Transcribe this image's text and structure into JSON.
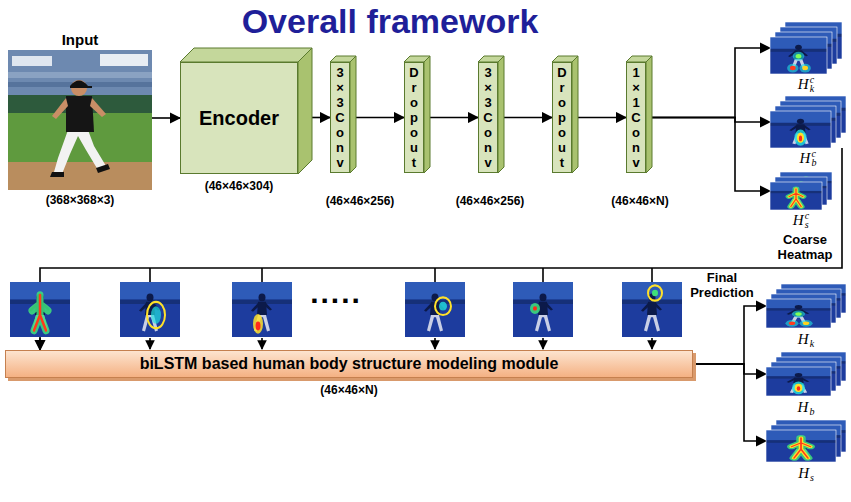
{
  "diagram": {
    "title": "Overall framework",
    "nodes": [
      {
        "text": [
          "Input",
          "(368×368×3)"
        ]
      },
      {
        "text": [
          "Encoder",
          "(46×46×304)"
        ]
      },
      {
        "text": [
          "3×3Conv"
        ]
      },
      {
        "text": [
          "Dropout"
        ]
      },
      {
        "text": [
          "3×3Conv"
        ]
      },
      {
        "text": [
          "Dropout"
        ]
      },
      {
        "text": [
          "1×1Conv"
        ]
      },
      {
        "text": [
          "H",
          "k",
          "c"
        ]
      },
      {
        "text": [
          "H",
          "b",
          "c"
        ]
      },
      {
        "text": [
          "H",
          "s",
          "c"
        ]
      },
      {
        "text": [
          "biLSTM based human body structure modeling module"
        ]
      },
      {
        "text": [
          "H",
          "k"
        ]
      },
      {
        "text": [
          "H",
          "b"
        ]
      },
      {
        "text": [
          "H",
          "s"
        ]
      }
    ],
    "edges": [
      {
        "from": 0,
        "to": 1,
        "arrow": "to"
      },
      {
        "from": 1,
        "to": 2,
        "arrow": "to"
      },
      {
        "from": 2,
        "to": 3,
        "arrow": "to"
      },
      {
        "from": 3,
        "to": 4,
        "arrow": "to"
      },
      {
        "from": 4,
        "to": 5,
        "arrow": "to"
      },
      {
        "from": 5,
        "to": 6,
        "arrow": "to"
      },
      {
        "from": 6,
        "to": 7,
        "arrow": "to"
      },
      {
        "from": 6,
        "to": 8,
        "arrow": "to"
      },
      {
        "from": 6,
        "to": 9,
        "arrow": "to"
      },
      {
        "from": 8,
        "to": 10,
        "arrow": "to"
      },
      {
        "from": 10,
        "to": 11,
        "arrow": "to"
      },
      {
        "from": 10,
        "to": 12,
        "arrow": "to"
      },
      {
        "from": 10,
        "to": 13,
        "arrow": "to"
      }
    ],
    "labels": [
      "(46×46×256)",
      "(46×46×256)",
      "(46×46×N)",
      "Coarse Heatmap",
      "Final Prediction",
      ".....",
      "(46×46×N)"
    ]
  }
}
